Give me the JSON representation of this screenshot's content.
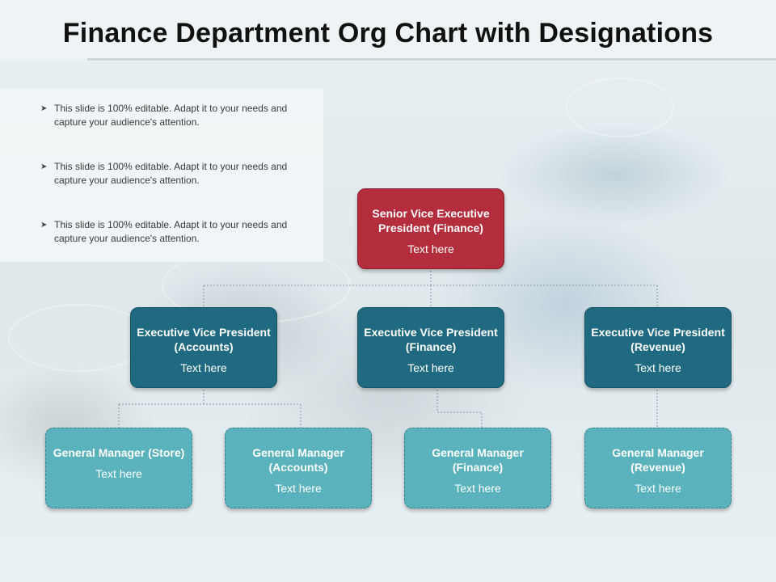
{
  "title": "Finance Department Org Chart with Designations",
  "bullets": [
    "This slide is 100% editable. Adapt it to your needs and capture your audience's attention.",
    "This slide is 100% editable. Adapt it to your needs and capture your audience's attention.",
    "This slide is 100% editable. Adapt it to your needs and capture your audience's attention."
  ],
  "bullet_icon": "arrowhead-bullet-icon",
  "colors": {
    "top": "#b32d3d",
    "level2": "#1f6a80",
    "level3": "#5ab2bd"
  },
  "top": {
    "title": "Senior Vice Executive President (Finance)",
    "sub": "Text here"
  },
  "level2": [
    {
      "title": "Executive Vice President (Accounts)",
      "sub": "Text here"
    },
    {
      "title": "Executive Vice President (Finance)",
      "sub": "Text here"
    },
    {
      "title": "Executive Vice President (Revenue)",
      "sub": "Text here"
    }
  ],
  "level3": [
    {
      "title": "General Manager (Store)",
      "sub": "Text here"
    },
    {
      "title": "General Manager (Accounts)",
      "sub": "Text here"
    },
    {
      "title": "General Manager (Finance)",
      "sub": "Text here"
    },
    {
      "title": "General Manager (Revenue)",
      "sub": "Text here"
    }
  ]
}
